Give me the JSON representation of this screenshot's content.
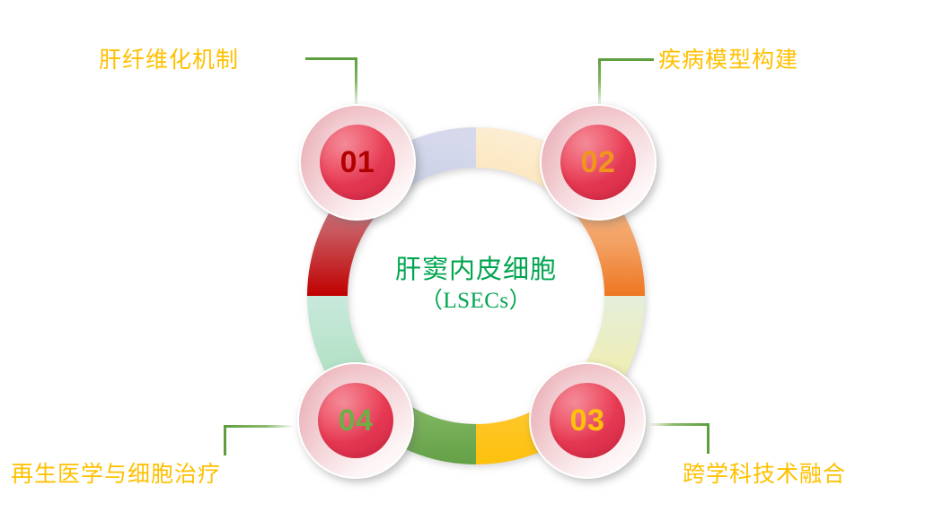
{
  "center": {
    "line1": "肝窦内皮细胞",
    "line2": "（LSECs）",
    "color": "#00a550"
  },
  "nodes": [
    {
      "id": "01",
      "number": "01",
      "number_color": "#b00000",
      "label": "肝纤维化机制",
      "position": "top-left"
    },
    {
      "id": "02",
      "number": "02",
      "number_color": "#f0951e",
      "label": "疾病模型构建",
      "position": "top-right"
    },
    {
      "id": "03",
      "number": "03",
      "number_color": "#ffc30b",
      "label": "跨学科技术融合",
      "position": "bottom-right"
    },
    {
      "id": "04",
      "number": "04",
      "number_color": "#6fae46",
      "label": "再生医学与细胞治疗",
      "position": "bottom-left"
    }
  ],
  "label_color": "#ffc000",
  "connector_color": "#5d9e3f",
  "chart_data": {
    "type": "pie",
    "title": "肝窦内皮细胞（LSECs）",
    "subtitle": "",
    "xlabel": "",
    "ylabel": "",
    "legend_position": "around-ring",
    "grid": false,
    "shape": "donut",
    "segment_count": 8,
    "segment_angle_degrees": 45,
    "categories": [
      "top-left-inner",
      "top-right-inner",
      "right-upper",
      "right-lower",
      "bottom-right",
      "bottom-left",
      "left-lower",
      "left-upper"
    ],
    "values": [
      12.5,
      12.5,
      12.5,
      12.5,
      12.5,
      12.5,
      12.5,
      12.5
    ],
    "segment_colors": [
      "#ccd0e6",
      "#fde8c0",
      "#f4a86a",
      "#edeccc",
      "#ffc411",
      "#76b054",
      "#bfe6d3",
      "#c23a44"
    ],
    "segment_gradients": [
      {
        "from": "#d3d6ea",
        "to": "#c6cbe3"
      },
      {
        "from": "#fdeccf",
        "to": "#fbe3b2"
      },
      {
        "from": "#f4b27c",
        "to": "#ee7722"
      },
      {
        "from": "#e4eed8",
        "to": "#f0e79a"
      },
      {
        "from": "#ffc411",
        "to": "#fdc10c"
      },
      {
        "from": "#86bb63",
        "to": "#66a349"
      },
      {
        "from": "#c3e7d6",
        "to": "#a8ddb8"
      },
      {
        "from": "#c57a85",
        "to": "#c00000"
      }
    ]
  }
}
